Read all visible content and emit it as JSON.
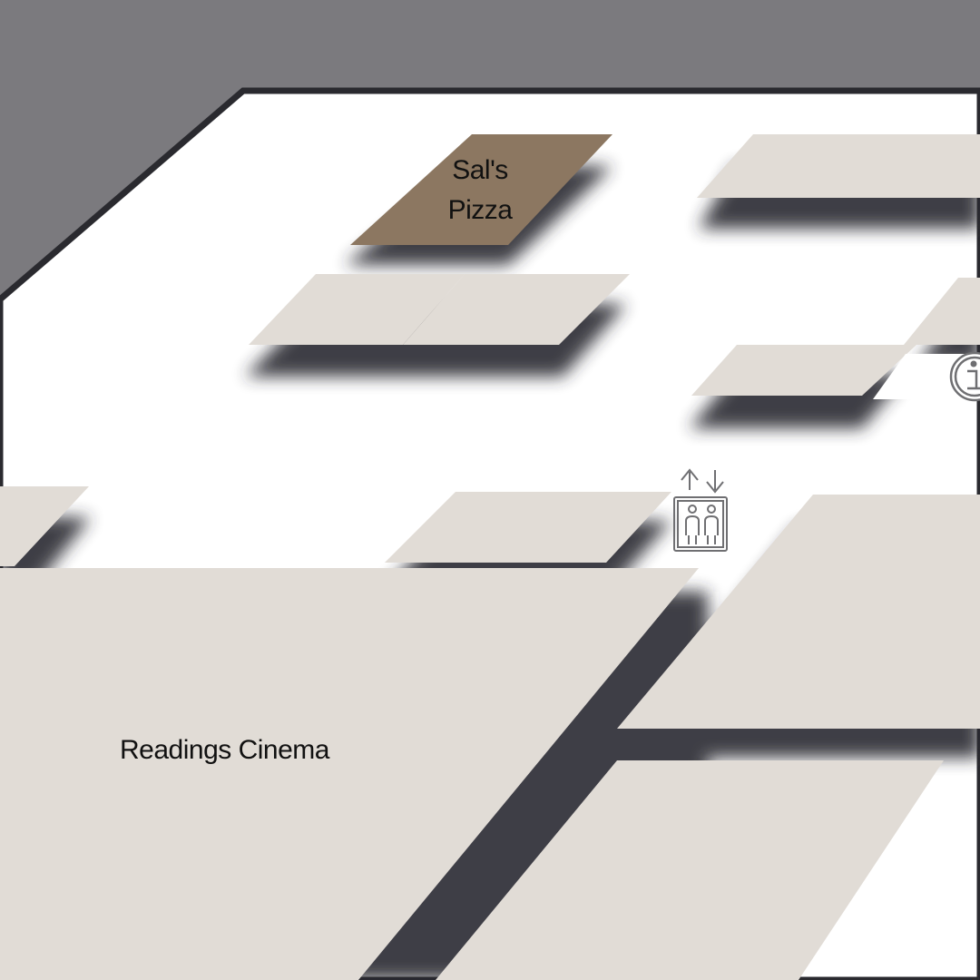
{
  "map": {
    "stores": [
      {
        "id": "sals-pizza",
        "name_lines": [
          "Sal's",
          "Pizza"
        ],
        "highlighted": true
      },
      {
        "id": "readings-cinema",
        "name": "Readings Cinema",
        "highlighted": false
      }
    ],
    "icons": [
      "elevator-icon",
      "info-icon"
    ]
  },
  "colors": {
    "outside": "#7b7a7e",
    "floor": "#ffffff",
    "store": "#e1dcd6",
    "highlight": "#8c7761",
    "wall": "#2a2a2f"
  }
}
